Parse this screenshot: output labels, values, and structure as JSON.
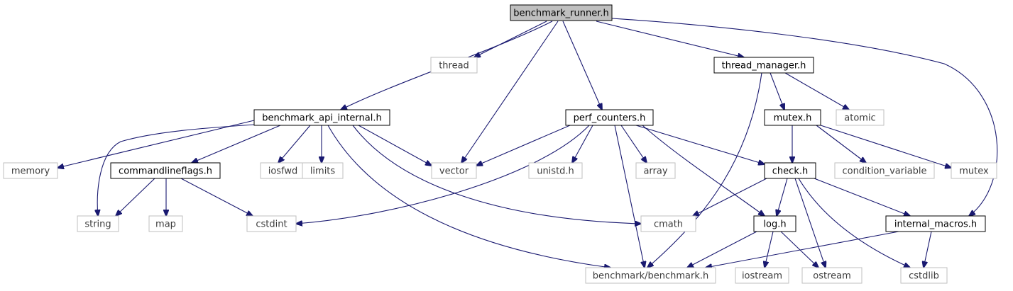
{
  "graph": {
    "nodes": [
      {
        "id": "benchmark_runner",
        "label": "benchmark_runner.h",
        "kind": "root"
      },
      {
        "id": "thread",
        "label": "thread",
        "kind": "system"
      },
      {
        "id": "thread_manager",
        "label": "thread_manager.h",
        "kind": "local"
      },
      {
        "id": "atomic",
        "label": "atomic",
        "kind": "system"
      },
      {
        "id": "bm_api_internal",
        "label": "benchmark_api_internal.h",
        "kind": "local"
      },
      {
        "id": "perf_counters",
        "label": "perf_counters.h",
        "kind": "local"
      },
      {
        "id": "mutex",
        "label": "mutex.h",
        "kind": "local"
      },
      {
        "id": "memory",
        "label": "memory",
        "kind": "system"
      },
      {
        "id": "commandlineflags",
        "label": "commandlineflags.h",
        "kind": "local"
      },
      {
        "id": "iosfwd",
        "label": "iosfwd",
        "kind": "system"
      },
      {
        "id": "limits",
        "label": "limits",
        "kind": "system"
      },
      {
        "id": "vector",
        "label": "vector",
        "kind": "system"
      },
      {
        "id": "unistd",
        "label": "unistd.h",
        "kind": "system"
      },
      {
        "id": "array",
        "label": "array",
        "kind": "system"
      },
      {
        "id": "check",
        "label": "check.h",
        "kind": "local"
      },
      {
        "id": "condition_variable",
        "label": "condition_variable",
        "kind": "system"
      },
      {
        "id": "mutex_std",
        "label": "mutex",
        "kind": "system"
      },
      {
        "id": "string",
        "label": "string",
        "kind": "system"
      },
      {
        "id": "map",
        "label": "map",
        "kind": "system"
      },
      {
        "id": "cstdint",
        "label": "cstdint",
        "kind": "system"
      },
      {
        "id": "cmath",
        "label": "cmath",
        "kind": "system"
      },
      {
        "id": "log",
        "label": "log.h",
        "kind": "local"
      },
      {
        "id": "internal_macros",
        "label": "internal_macros.h",
        "kind": "local"
      },
      {
        "id": "benchmark_h",
        "label": "benchmark/benchmark.h",
        "kind": "system"
      },
      {
        "id": "iostream",
        "label": "iostream",
        "kind": "system"
      },
      {
        "id": "ostream",
        "label": "ostream",
        "kind": "system"
      },
      {
        "id": "cstdlib",
        "label": "cstdlib",
        "kind": "system"
      }
    ],
    "edges": [
      {
        "from": "benchmark_runner",
        "to": "thread"
      },
      {
        "from": "benchmark_runner",
        "to": "bm_api_internal"
      },
      {
        "from": "benchmark_runner",
        "to": "vector"
      },
      {
        "from": "benchmark_runner",
        "to": "perf_counters"
      },
      {
        "from": "benchmark_runner",
        "to": "thread_manager"
      },
      {
        "from": "benchmark_runner",
        "to": "internal_macros"
      },
      {
        "from": "thread_manager",
        "to": "benchmark_h"
      },
      {
        "from": "thread_manager",
        "to": "mutex"
      },
      {
        "from": "thread_manager",
        "to": "atomic"
      },
      {
        "from": "mutex",
        "to": "check"
      },
      {
        "from": "mutex",
        "to": "condition_variable"
      },
      {
        "from": "mutex",
        "to": "mutex_std"
      },
      {
        "from": "bm_api_internal",
        "to": "memory"
      },
      {
        "from": "bm_api_internal",
        "to": "string"
      },
      {
        "from": "bm_api_internal",
        "to": "commandlineflags"
      },
      {
        "from": "bm_api_internal",
        "to": "iosfwd"
      },
      {
        "from": "bm_api_internal",
        "to": "limits"
      },
      {
        "from": "bm_api_internal",
        "to": "vector"
      },
      {
        "from": "bm_api_internal",
        "to": "cmath"
      },
      {
        "from": "bm_api_internal",
        "to": "benchmark_h"
      },
      {
        "from": "commandlineflags",
        "to": "string"
      },
      {
        "from": "commandlineflags",
        "to": "map"
      },
      {
        "from": "commandlineflags",
        "to": "cstdint"
      },
      {
        "from": "perf_counters",
        "to": "vector"
      },
      {
        "from": "perf_counters",
        "to": "cstdint"
      },
      {
        "from": "perf_counters",
        "to": "unistd"
      },
      {
        "from": "perf_counters",
        "to": "array"
      },
      {
        "from": "perf_counters",
        "to": "benchmark_h"
      },
      {
        "from": "perf_counters",
        "to": "check"
      },
      {
        "from": "perf_counters",
        "to": "log"
      },
      {
        "from": "check",
        "to": "cmath"
      },
      {
        "from": "check",
        "to": "log"
      },
      {
        "from": "check",
        "to": "ostream"
      },
      {
        "from": "check",
        "to": "internal_macros"
      },
      {
        "from": "check",
        "to": "cstdlib"
      },
      {
        "from": "log",
        "to": "benchmark_h"
      },
      {
        "from": "log",
        "to": "iostream"
      },
      {
        "from": "log",
        "to": "ostream"
      },
      {
        "from": "internal_macros",
        "to": "benchmark_h"
      },
      {
        "from": "internal_macros",
        "to": "cstdlib"
      }
    ]
  },
  "colors": {
    "edge": "#191970",
    "local_border": "#000000",
    "system_border": "#bfbfbf",
    "root_fill": "#bfbfbf"
  }
}
